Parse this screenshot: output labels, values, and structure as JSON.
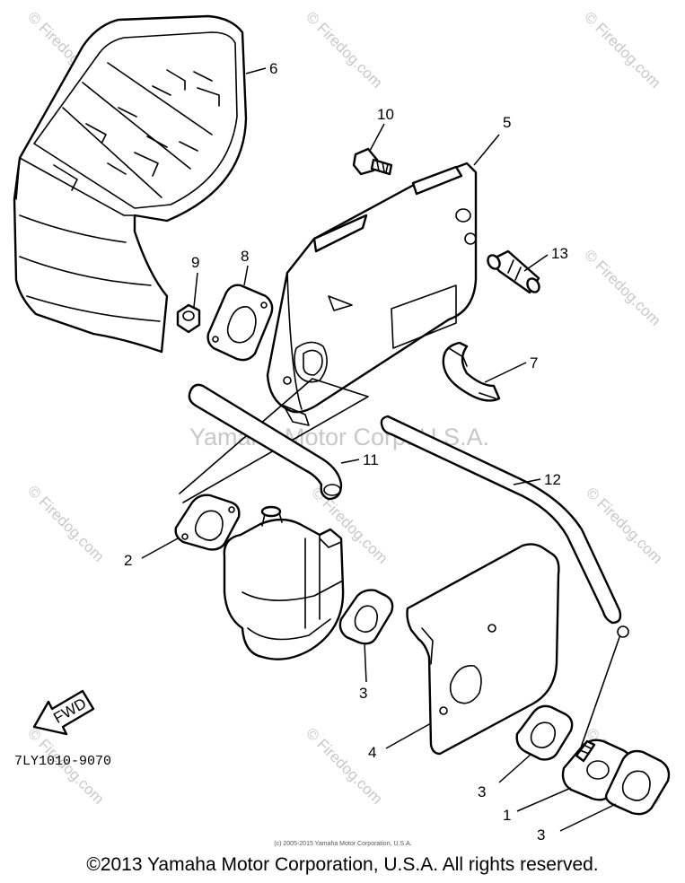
{
  "diagram": {
    "drawing_code": "7LY1010-9070",
    "fwd_label": "FWD",
    "callouts": {
      "p1": "1",
      "p2": "2",
      "p3a": "3",
      "p3b": "3",
      "p3c": "3",
      "p4": "4",
      "p5": "5",
      "p6": "6",
      "p7": "7",
      "p8": "8",
      "p9": "9",
      "p10": "10",
      "p11": "11",
      "p12": "12",
      "p13": "13"
    },
    "watermark_center": "Yamaha Motor Corp. U.S.A.",
    "watermark_site": "© Firedog.com",
    "small_credit": "(c) 2005-2015 Yamaha Motor Corporation, U.S.A."
  },
  "footer": {
    "copyright": "©2013 Yamaha Motor Corporation, U.S.A. All rights reserved."
  }
}
